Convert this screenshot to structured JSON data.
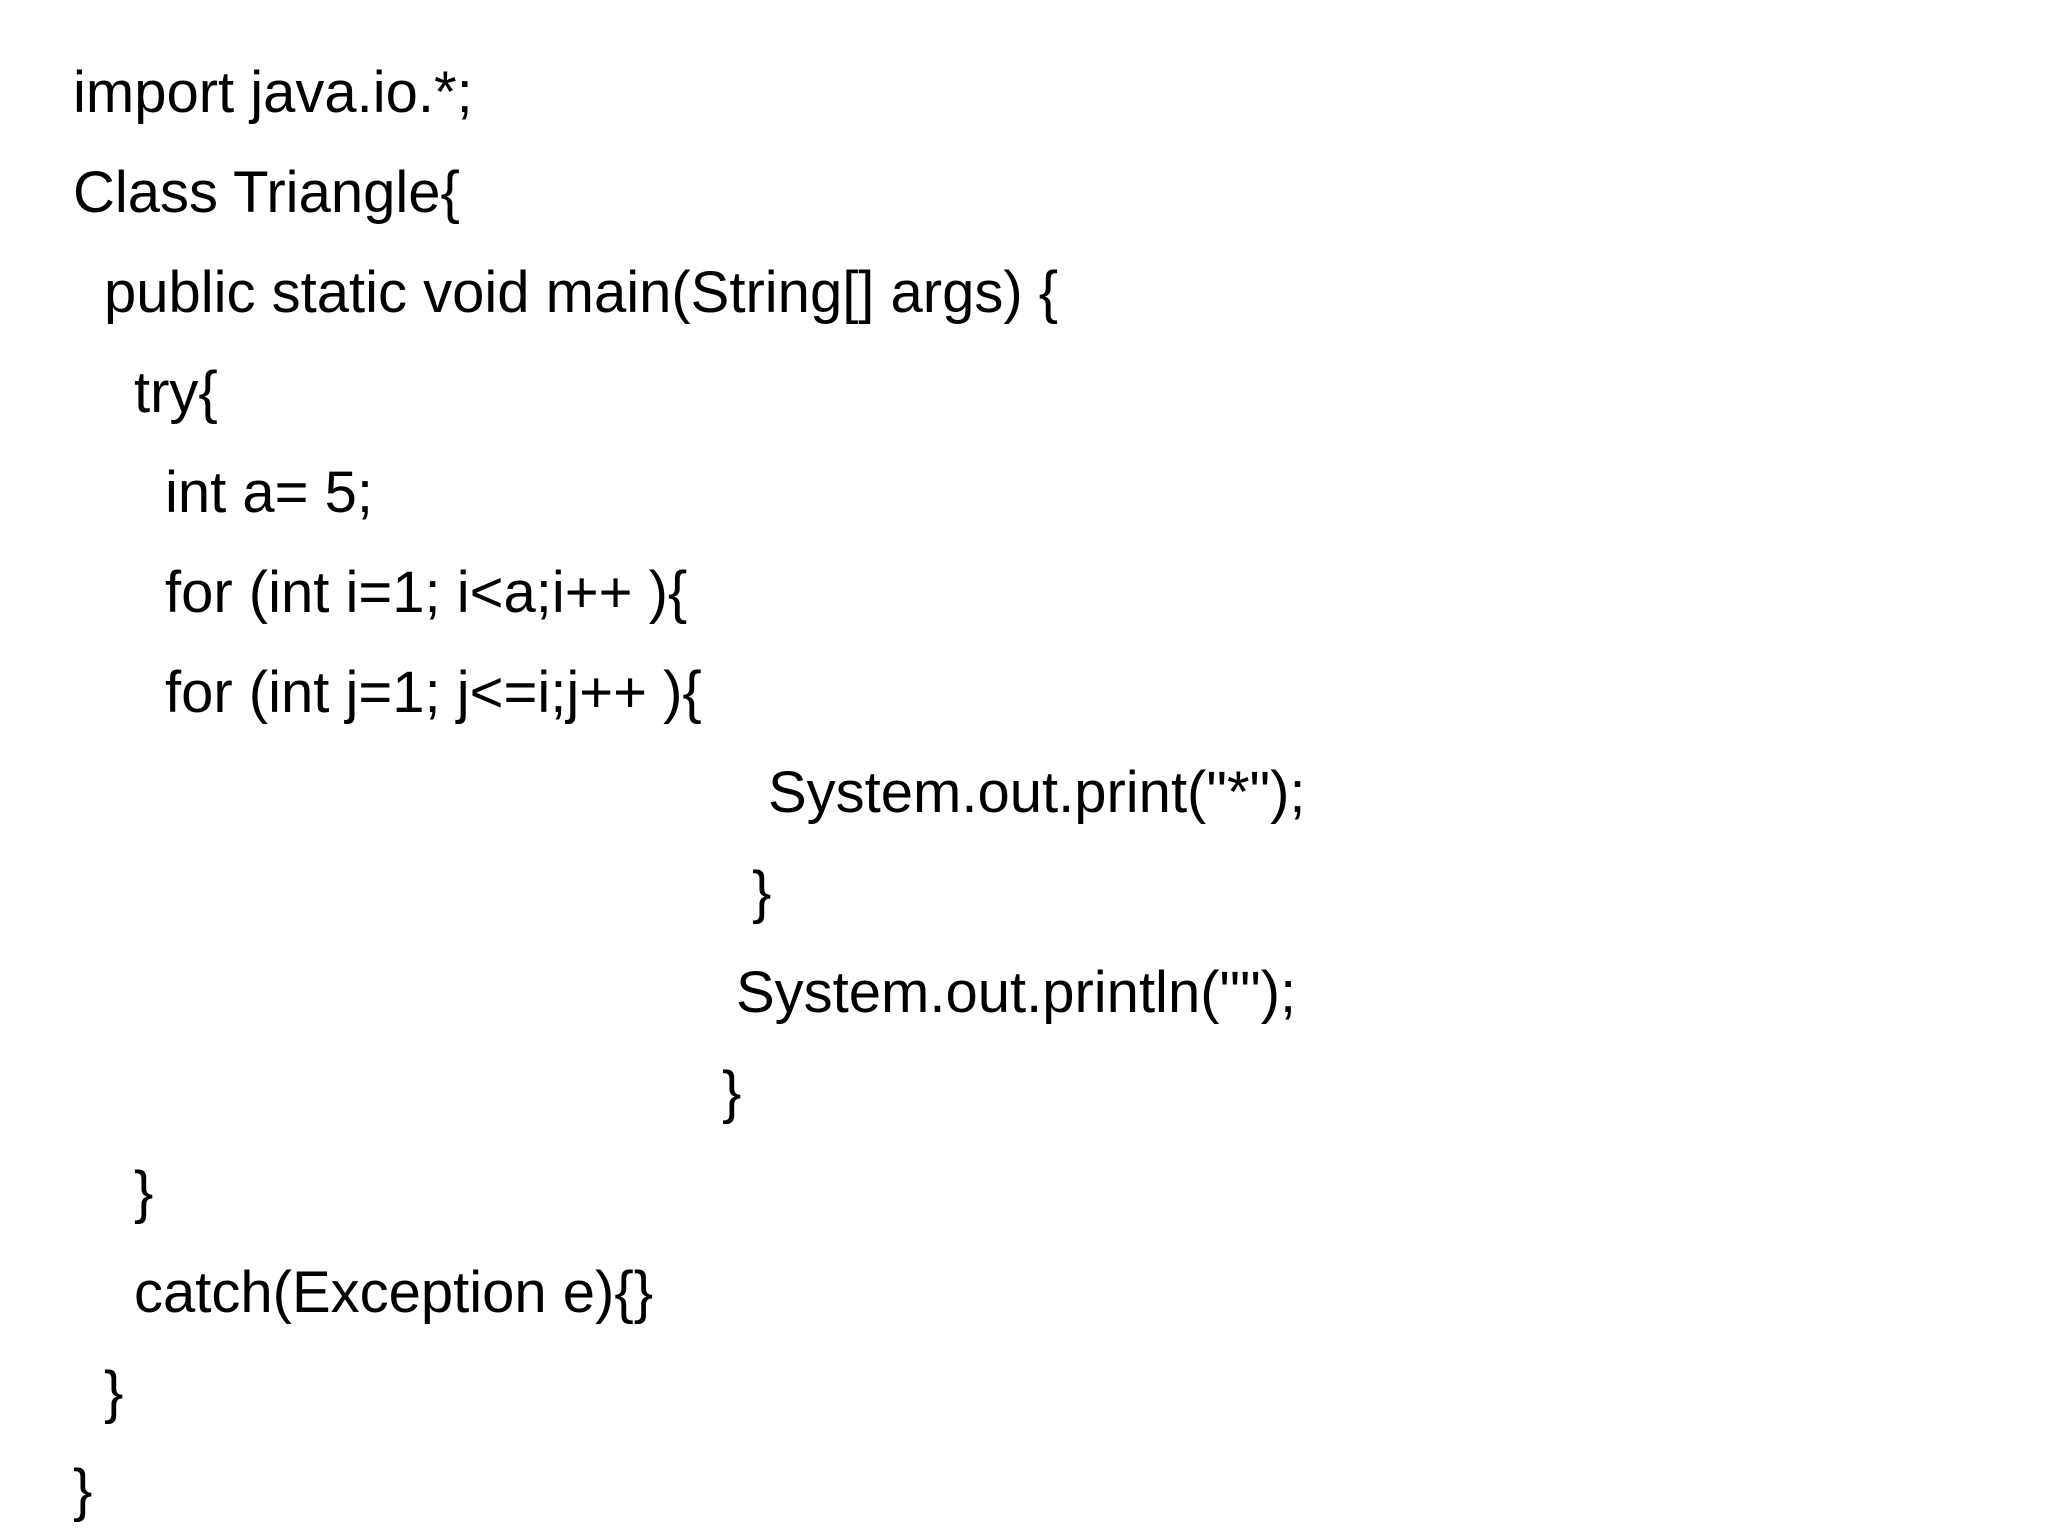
{
  "document": {
    "lines": [
      "import java.io.*;",
      "Class Triangle{",
      "public static void main(String[] args) {",
      "try{",
      "int a= 5;",
      "for (int i=1; i<a;i++ ){",
      "for (int j=1; j<=i;j++ ){",
      "System.out.print(\"*\");",
      "}",
      "System.out.println(\"\");",
      "}",
      "}",
      "catch(Exception e){}",
      "}",
      "}"
    ]
  }
}
